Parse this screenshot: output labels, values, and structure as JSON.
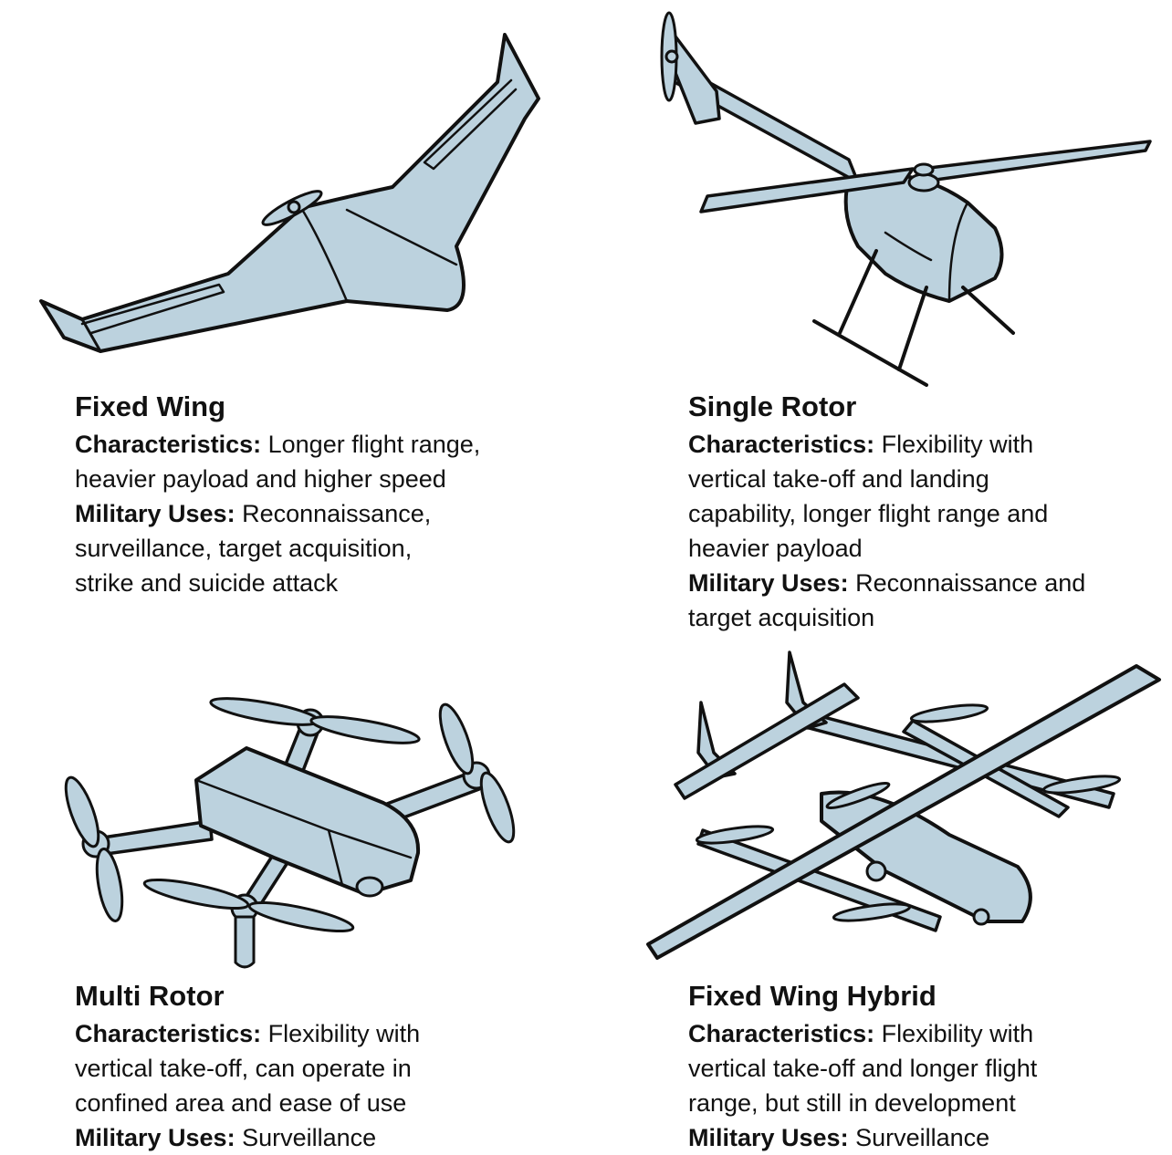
{
  "labels": {
    "characteristics": "Characteristics:",
    "military_uses": "Military Uses:"
  },
  "drones": [
    {
      "name": "Fixed Wing",
      "characteristics": "Longer flight range, heavier payload and higher speed",
      "military_uses": "Reconnaissance, surveillance, target acquisition, strike and suicide attack"
    },
    {
      "name": "Single Rotor",
      "characteristics": "Flexibility with vertical take-off and landing capability, longer flight range and heavier payload",
      "military_uses": "Reconnaissance and target acquisition"
    },
    {
      "name": "Multi Rotor",
      "characteristics": "Flexibility with vertical take-off, can operate in confined area and ease of use",
      "military_uses": "Surveillance"
    },
    {
      "name": "Fixed Wing Hybrid",
      "characteristics": "Flexibility with vertical take-off and longer flight range, but still in development",
      "military_uses": "Surveillance"
    }
  ],
  "colors": {
    "fill": "#bcd2de",
    "stroke": "#111111",
    "text": "#111111"
  },
  "icons": [
    "fixed-wing-drone-icon",
    "single-rotor-drone-icon",
    "multi-rotor-drone-icon",
    "fixed-wing-hybrid-drone-icon"
  ]
}
